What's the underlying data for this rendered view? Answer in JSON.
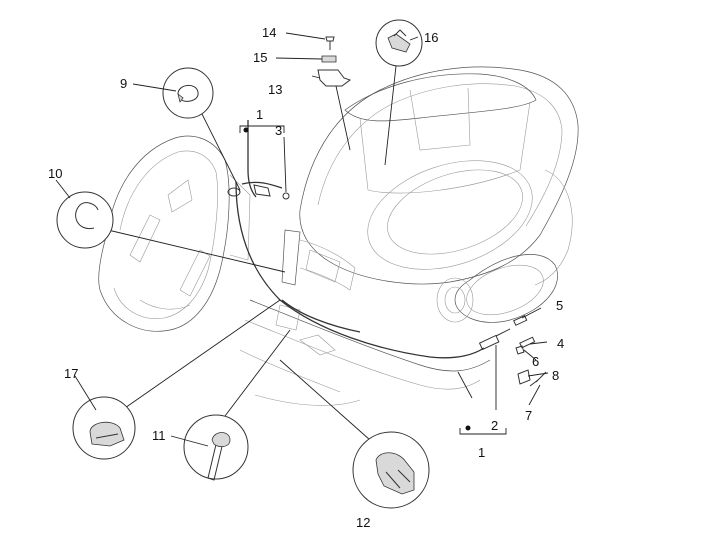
{
  "callouts": {
    "c1_top": "1",
    "c1_bottom": "1",
    "c2": "2",
    "c3": "3",
    "c4": "4",
    "c5": "5",
    "c6": "6",
    "c7": "7",
    "c8": "8",
    "c9": "9",
    "c10": "10",
    "c11": "11",
    "c12": "12",
    "c13": "13",
    "c14": "14",
    "c15": "15",
    "c16": "16",
    "c17": "17"
  },
  "colors": {
    "line": "#333333",
    "background": "#ffffff"
  }
}
